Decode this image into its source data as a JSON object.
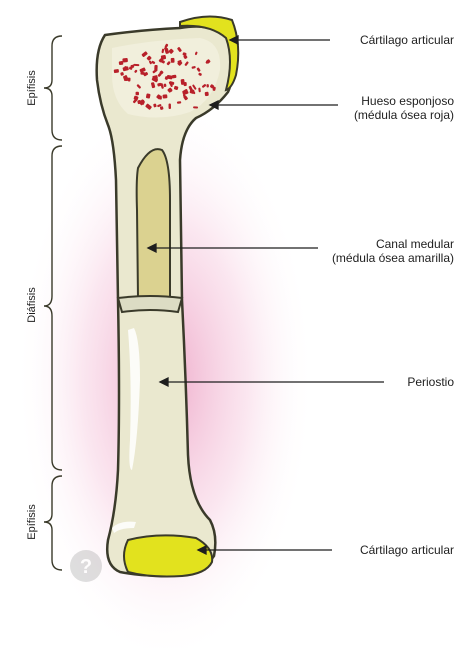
{
  "labels": {
    "cartilage_top": "Cártilago articular",
    "spongy_line1": "Hueso esponjoso",
    "spongy_line2": "(médula ósea roja)",
    "canal_line1": "Canal medular",
    "canal_line2": "(médula ósea amarilla)",
    "periosteum": "Periostio",
    "cartilage_bottom": "Cártilago articular"
  },
  "side_labels": {
    "epiphysis_top": "Epífisis",
    "diaphysis": "Diáfisis",
    "epiphysis_bottom": "Epífisis"
  },
  "icons": {
    "watermark": "question-mark-icon"
  },
  "colors": {
    "bone": "#eae8cf",
    "bone_outline": "#3a3a2a",
    "cartilage": "#e2e21e",
    "marrow_yellow": "#dbd290",
    "red_marrow": "#b8202a",
    "glow": "#e0669e"
  }
}
